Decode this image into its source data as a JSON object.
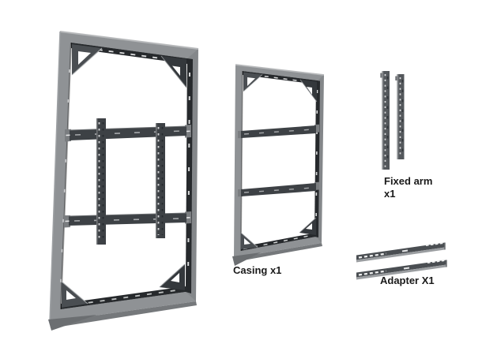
{
  "background_color": "#ffffff",
  "colors": {
    "bg": "#ffffff",
    "frame-gray": "#8f9295",
    "frame-highlight": "#b6b8ba",
    "frame-depth": "#75787b",
    "part-dark": "#3d4145",
    "part-darker": "#26292c",
    "gusset-gray": "#4a4e52",
    "bar-gray": "#54585c",
    "label-color": "#1a1a1a"
  },
  "parts": {
    "casing": {
      "label": "Casing x1"
    },
    "fixed_arm": {
      "label": "Fixed arm",
      "qty": "x1"
    },
    "adapter": {
      "label": "Adapter X1"
    }
  }
}
